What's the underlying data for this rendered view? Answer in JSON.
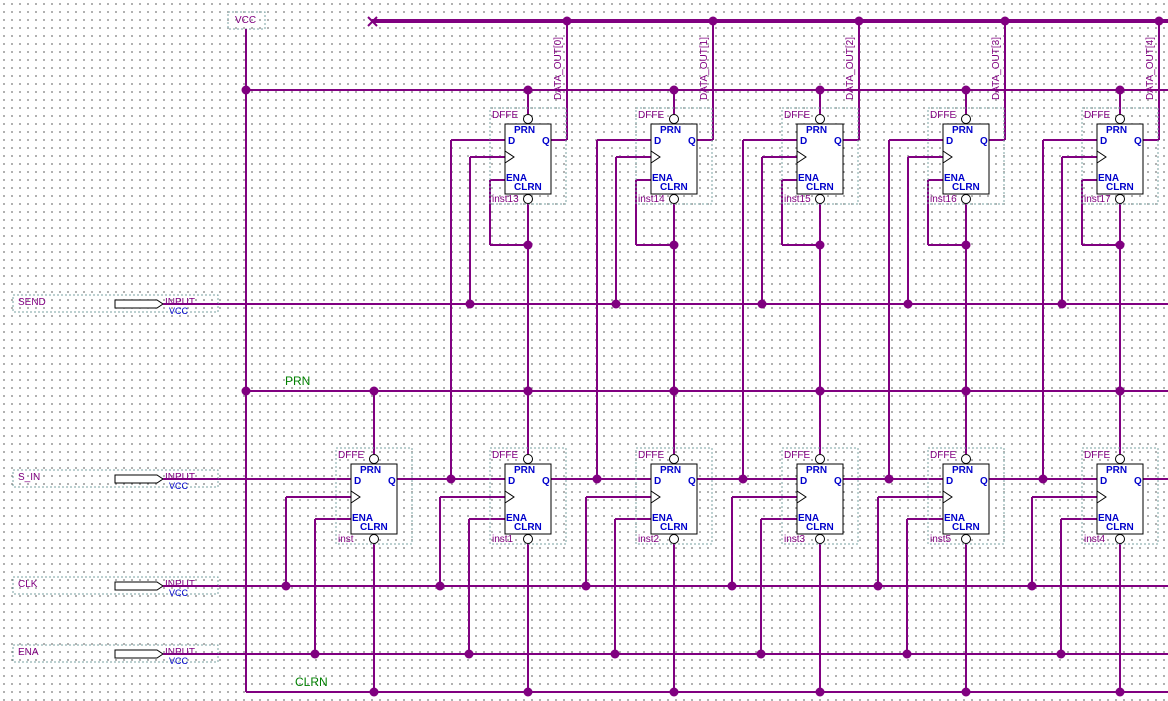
{
  "vcc_symbol": {
    "label": "VCC"
  },
  "inputs": [
    {
      "name": "SEND",
      "type": "INPUT",
      "default": "VCC"
    },
    {
      "name": "S_IN",
      "type": "INPUT",
      "default": "VCC"
    },
    {
      "name": "CLK",
      "type": "INPUT",
      "default": "VCC"
    },
    {
      "name": "ENA",
      "type": "INPUT",
      "default": "VCC"
    }
  ],
  "net_labels": {
    "prn": "PRN",
    "clrn": "CLRN"
  },
  "flipflop": {
    "type": "DFFE",
    "pins": {
      "prn": "PRN",
      "d": "D",
      "q": "Q",
      "ena": "ENA",
      "clrn": "CLRN"
    }
  },
  "top_row_instances": [
    "inst13",
    "inst14",
    "inst15",
    "inst16",
    "inst17"
  ],
  "bottom_row_instances": [
    "inst",
    "inst1",
    "inst2",
    "inst3",
    "inst5",
    "inst4"
  ],
  "outputs": [
    "DATA_OUT[0]",
    "DATA_OUT[1]",
    "DATA_OUT[2]",
    "DATA_OUT[3]",
    "DATA_OUT[4]"
  ],
  "colors": {
    "wire": "#800080",
    "pin_text": "#0000cc",
    "net_label": "#008000",
    "grid_dot": "#6a6a6a"
  }
}
